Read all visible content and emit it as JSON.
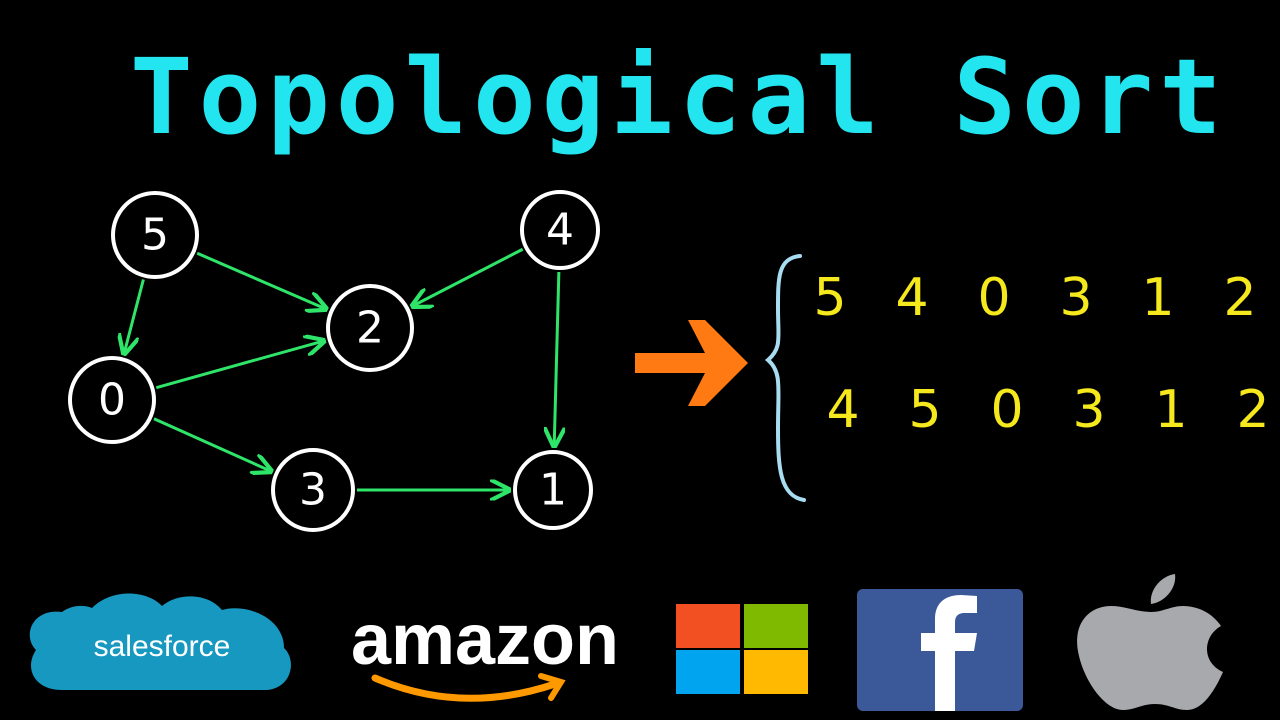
{
  "title": "Topological Sort",
  "graph": {
    "nodes": [
      {
        "id": "5",
        "label": "5"
      },
      {
        "id": "4",
        "label": "4"
      },
      {
        "id": "2",
        "label": "2"
      },
      {
        "id": "0",
        "label": "0"
      },
      {
        "id": "3",
        "label": "3"
      },
      {
        "id": "1",
        "label": "1"
      }
    ],
    "edges": [
      {
        "from": "5",
        "to": "2"
      },
      {
        "from": "5",
        "to": "0"
      },
      {
        "from": "4",
        "to": "2"
      },
      {
        "from": "4",
        "to": "1"
      },
      {
        "from": "0",
        "to": "2"
      },
      {
        "from": "0",
        "to": "3"
      },
      {
        "from": "3",
        "to": "1"
      }
    ]
  },
  "orderings": [
    [
      "5",
      "4",
      "0",
      "3",
      "1",
      "2"
    ],
    [
      "4",
      "5",
      "0",
      "3",
      "1",
      "2"
    ]
  ],
  "colors": {
    "title": "#22e5f0",
    "node_stroke": "#ffffff",
    "edge": "#2ee56a",
    "arrow": "#ff7a12",
    "brace": "#a8dcf0",
    "order_text": "#f5e81c",
    "salesforce": "#1798c1",
    "amazon_smile": "#ff9900",
    "facebook": "#3b5998",
    "apple": "#a7a9ac"
  },
  "logos": {
    "salesforce": {
      "icon": "salesforce-cloud-logo",
      "text": "salesforce"
    },
    "amazon": {
      "icon": "amazon-logo",
      "text": "amazon"
    },
    "microsoft": {
      "icon": "microsoft-windows-logo"
    },
    "facebook": {
      "icon": "facebook-logo",
      "text": "f"
    },
    "apple": {
      "icon": "apple-logo"
    }
  }
}
